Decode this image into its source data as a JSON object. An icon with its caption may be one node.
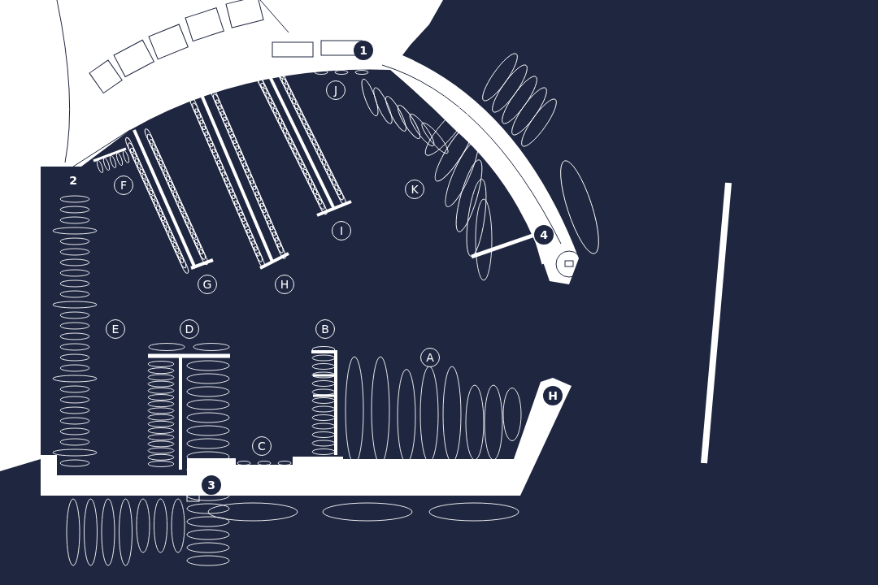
{
  "diagram": {
    "nodes": [
      {
        "text": [
          "1"
        ]
      },
      {
        "text": [
          "J"
        ]
      },
      {
        "text": [
          "2"
        ]
      },
      {
        "text": [
          "F"
        ]
      },
      {
        "text": [
          "K"
        ]
      },
      {
        "text": [
          "I"
        ]
      },
      {
        "text": [
          "4"
        ]
      },
      {
        "text": [
          "G"
        ]
      },
      {
        "text": [
          "H"
        ]
      },
      {
        "text": [
          "E"
        ]
      },
      {
        "text": [
          "D"
        ]
      },
      {
        "text": [
          "B"
        ]
      },
      {
        "text": [
          "A"
        ]
      },
      {
        "text": [
          "H"
        ]
      },
      {
        "text": [
          "C"
        ]
      },
      {
        "text": [
          "3"
        ]
      }
    ]
  }
}
